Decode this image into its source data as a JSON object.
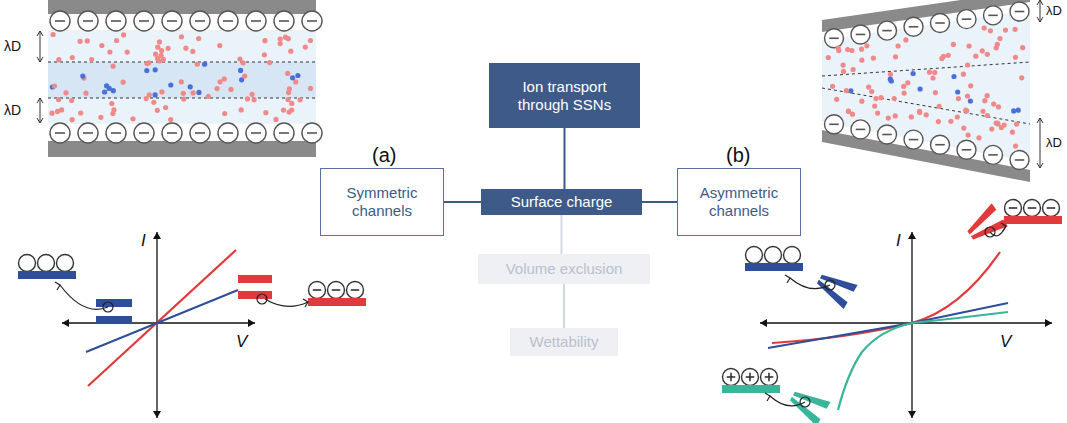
{
  "diagram": {
    "nodes": [
      {
        "text": [
          "Ion transport through SSNs"
        ]
      },
      {
        "text": [
          "Surface charge"
        ]
      },
      {
        "text": [
          "Volume exclusion"
        ]
      },
      {
        "text": [
          "Wettability"
        ]
      },
      {
        "text": [
          "Symmetric channels"
        ]
      },
      {
        "text": [
          "Asymmetric channels"
        ]
      }
    ],
    "edges": [
      {
        "from": 0,
        "to": 1,
        "arrow": "none"
      },
      {
        "from": 1,
        "to": 2,
        "arrow": "none"
      },
      {
        "from": 2,
        "to": 3,
        "arrow": "none"
      },
      {
        "from": 1,
        "to": 4,
        "arrow": "none"
      },
      {
        "from": 1,
        "to": 5,
        "arrow": "none"
      }
    ],
    "labels": [
      "(a)",
      "(b)",
      "λD",
      "λD",
      "λD",
      "λD",
      "I",
      "V",
      "I",
      "V"
    ]
  }
}
